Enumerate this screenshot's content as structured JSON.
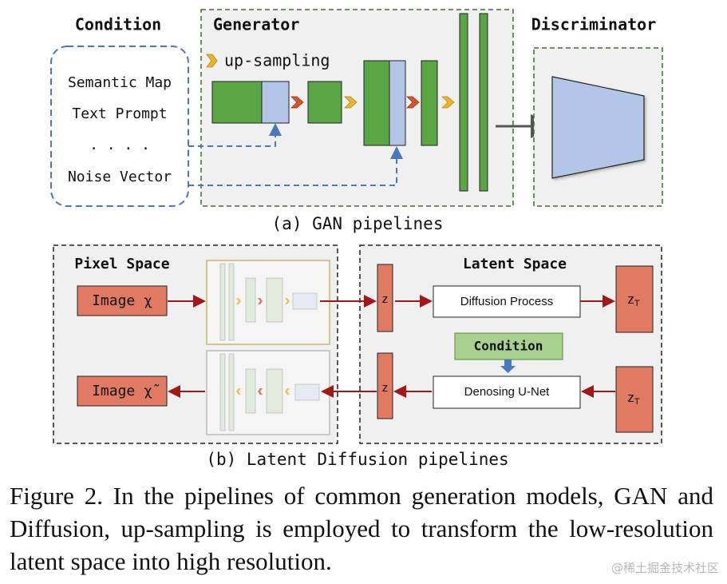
{
  "gan": {
    "condition_title": "Condition",
    "condition_items": [
      "Semantic Map",
      "Text Prompt",
      ". . . .",
      "Noise Vector"
    ],
    "generator_title": "Generator",
    "upsampling_label": "up-sampling",
    "discriminator_title": "Discriminator",
    "subcaption": "(a) GAN pipelines"
  },
  "ldm": {
    "pixel_space_title": "Pixel Space",
    "latent_space_title": "Latent Space",
    "image_in": "Image χ",
    "image_out": "Image χ̃",
    "z_label": "z",
    "zt_label": "z",
    "zt_sub": "T",
    "diffusion_process": "Diffusion Process",
    "condition": "Condition",
    "denoising_unet": "Denosing U-Net",
    "subcaption": "(b) Latent Diffusion pipelines"
  },
  "caption": "Figure 2.  In the pipelines of common generation models, GAN and Diffusion, up-sampling is employed to transform the low-resolution latent space into high resolution.",
  "watermark": "@稀土掘金技术社区",
  "colors": {
    "green": "#5aa644",
    "blue": "#b3c6e7",
    "dark_blue_dash": "#4a78c0",
    "red_box": "#e07a62",
    "light_green": "#a9d08e",
    "arrow_red": "#b01a1a",
    "gold": "#e8b42a",
    "orange_red": "#d9542b"
  }
}
